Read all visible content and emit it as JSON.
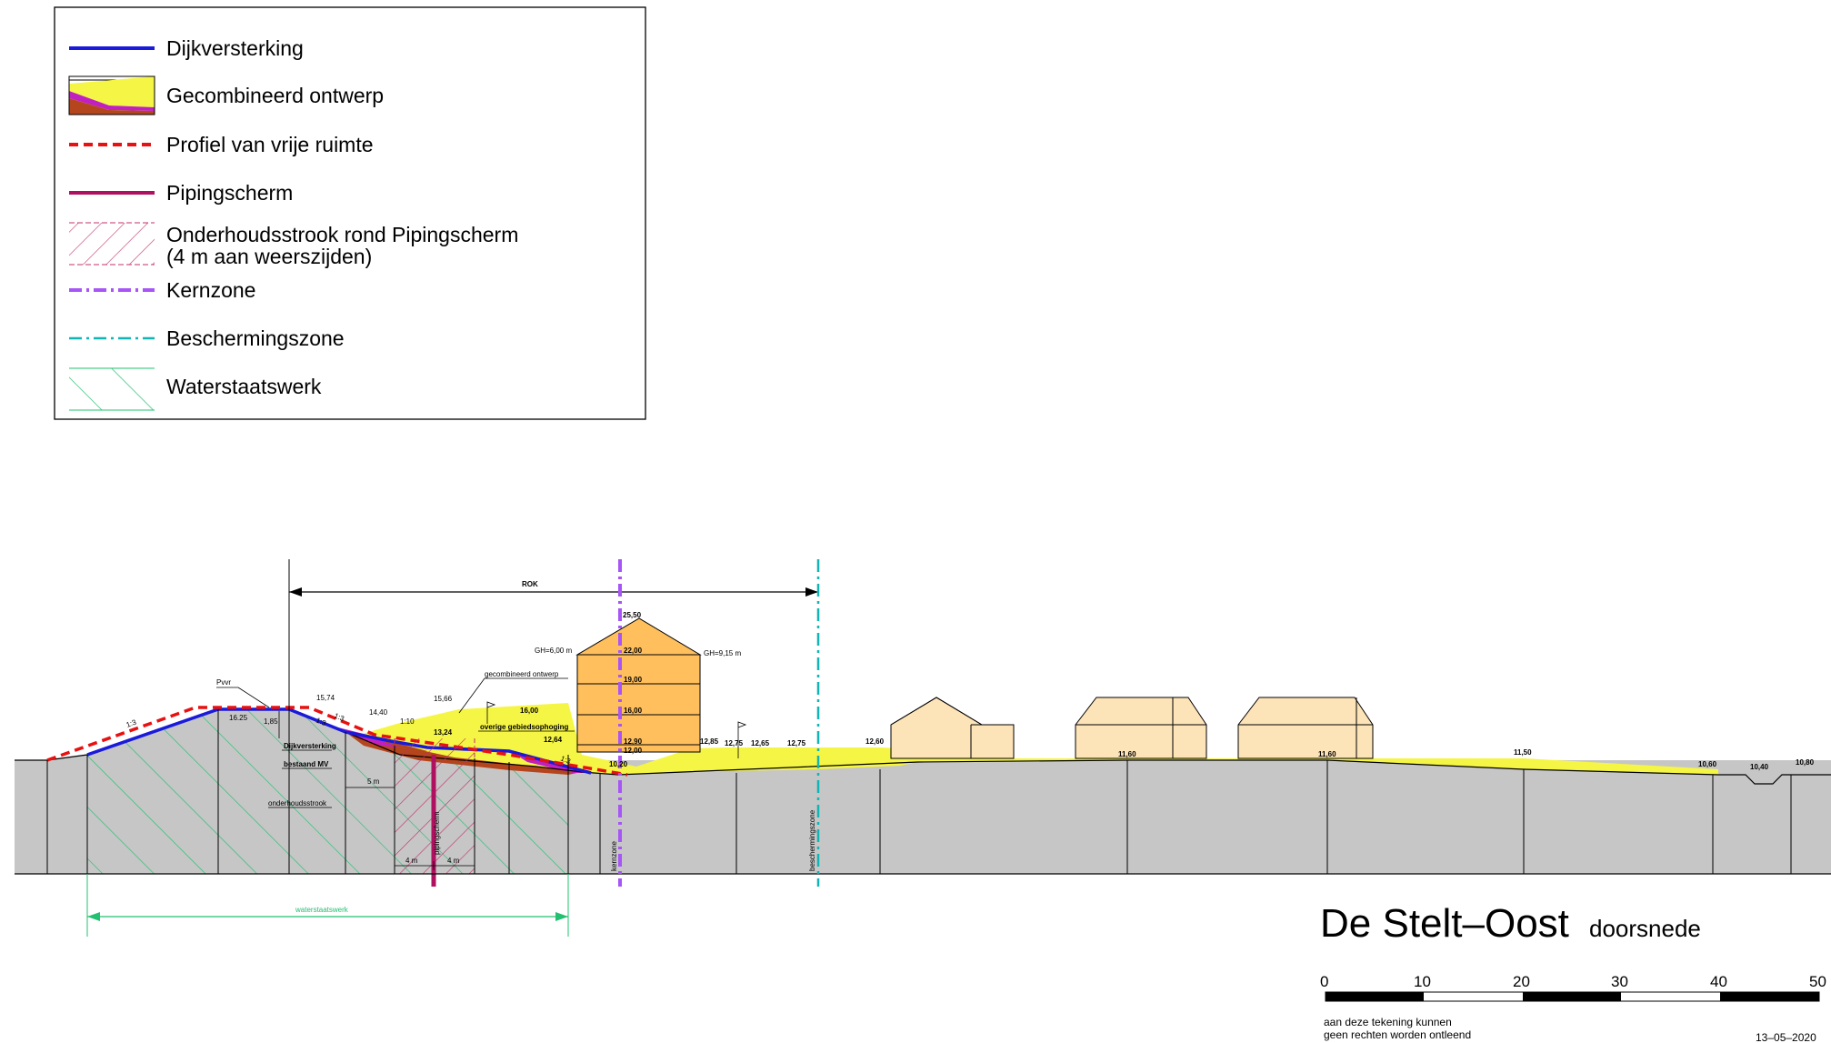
{
  "legend": {
    "dijkversterking": "Dijkversterking",
    "gecombineerd": "Gecombineerd  ontwerp",
    "profiel": "Profiel van  vrije  ruimte",
    "pipingscherm": "Pipingscherm",
    "onderhoud_1": "Onderhoudsstrook  rond  Pipingscherm",
    "onderhoud_2": "(4  m    aan  weerszijden)",
    "kernzone": "Kernzone",
    "beschermingszone": "Beschermingszone",
    "waterstaatswerk": "Waterstaatswerk"
  },
  "colors": {
    "dijkversterking": "#1a1adb",
    "profiel": "#e81010",
    "pipingscherm": "#b01060",
    "kernzone": "#a855f7",
    "beschermingszone": "#10b5b5",
    "waterstaatswerk": "#22c070",
    "fill_yellow": "#f5f545",
    "fill_brown": "#b5451c",
    "fill_magenta": "#c020c0",
    "ground": "#c6c6c6",
    "building": "#ffbf5c",
    "house": "#fde3b8"
  },
  "section": {
    "rok": "ROK",
    "pvvr": "Pvvr",
    "slope_1_3_a": "1:3",
    "slope_1_3_b": "1:3",
    "slope_1_3_c": "1:3",
    "slope_1_3_d": "1:3",
    "slope_1_10": "1:10",
    "crest": "16.25",
    "dijk_top": "15,74",
    "h_185": "1,85",
    "lvl_1440": "14,40",
    "lvl_1566": "15,66",
    "lvl_1600": "16,00",
    "lvl_1324": "13,24",
    "lvl_1264": "12,64",
    "lvl_1020": "10,20",
    "lbl_dijkversterking": "Dijkversterking",
    "lbl_bestaand": "bestaand MV",
    "lbl_gecombineerd": "gecombineerd ontwerp",
    "lbl_overige": "overige gebiedsophoging",
    "lbl_onderhoud": "onderhoudsstrook",
    "lbl_5m": "5 m",
    "lbl_4m_a": "4 m",
    "lbl_4m_b": "4 m",
    "lbl_pipingscherm": "pipingscherm",
    "lbl_kernzone": "kernzone",
    "lbl_beschermingszone": "beschermingszone",
    "lbl_waterstaatswerk": "waterstaatswerk",
    "bld_top": "25,50",
    "bld_2200": "22,00",
    "bld_1900": "19,00",
    "bld_1600": "16,00",
    "bld_1290": "12,90",
    "bld_1200": "12,00",
    "gh_left": "GH=6,00 m",
    "gh_right": "GH=9,15 m",
    "lvl_1285": "12,85",
    "lvl_1275_a": "12,75",
    "lvl_1265": "12,65",
    "lvl_1275_b": "12,75",
    "lvl_1260": "12,60",
    "lvl_1160_a": "11,60",
    "lvl_1160_b": "11,60",
    "lvl_1150": "11,50",
    "lvl_1060": "10,60",
    "lvl_1040": "10,40",
    "lvl_1080": "10,80"
  },
  "title": {
    "main": "De  Stelt–Oost",
    "sub": "doorsnede"
  },
  "scale": {
    "t0": "0",
    "t10": "10",
    "t20": "20",
    "t30": "30",
    "t40": "40",
    "t50": "50"
  },
  "note": {
    "line1": "aan  deze  tekening  kunnen",
    "line2": "geen  rechten  worden  ontleend",
    "date": "13–05–2020"
  }
}
